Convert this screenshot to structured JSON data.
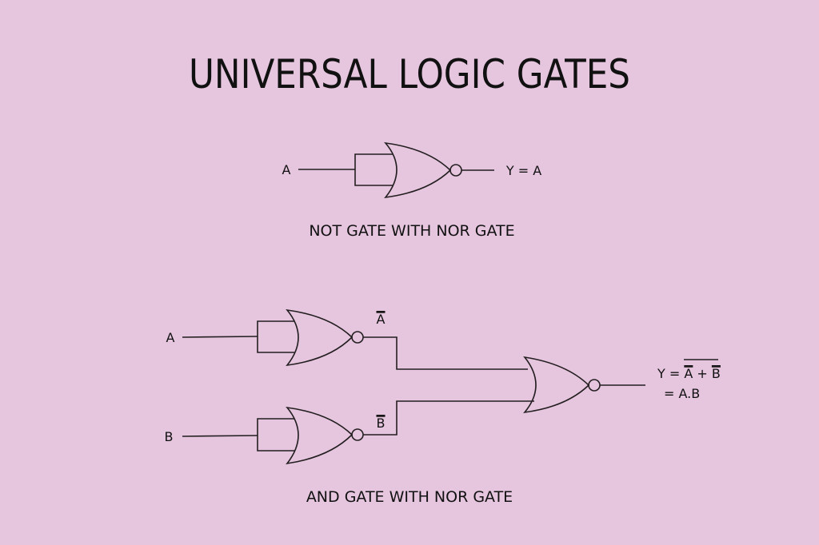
{
  "title": "UNIVERSAL LOGIC GATES",
  "not_circuit": {
    "input": "A",
    "output": "Y = A",
    "caption": "NOT GATE  WITH NOR GATE"
  },
  "and_circuit": {
    "input_a": "A",
    "input_b": "B",
    "inter_a": "A",
    "inter_b": "B",
    "output_line1_prefix": "Y = ",
    "output_line1_a": "A",
    "output_line1_plus": " + ",
    "output_line1_b": "B",
    "output_line2": "= A.B",
    "caption": "AND GATE  WITH NOR GATE"
  }
}
